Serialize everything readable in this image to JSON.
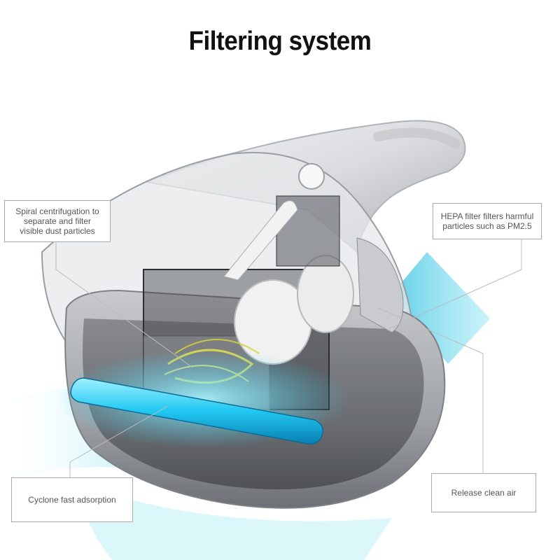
{
  "title": "Filtering system",
  "callouts": {
    "spiral": {
      "lines": [
        "Spiral centrifugation to",
        "separate and filter",
        "visible dust particles"
      ]
    },
    "hepa": {
      "lines": [
        "HEPA filter filters harmful",
        "particles such as PM2.5"
      ]
    },
    "cyclone": {
      "text": "Cyclone fast adsorption"
    },
    "release": {
      "text": "Release clean air"
    }
  },
  "colors": {
    "title": "#111111",
    "callout_border": "#a9a9a9",
    "callout_text": "#555555",
    "uv_glow": "#33d6ff",
    "air_flow": "#8fe6f2",
    "dust_yellow": "#e8e24a"
  }
}
